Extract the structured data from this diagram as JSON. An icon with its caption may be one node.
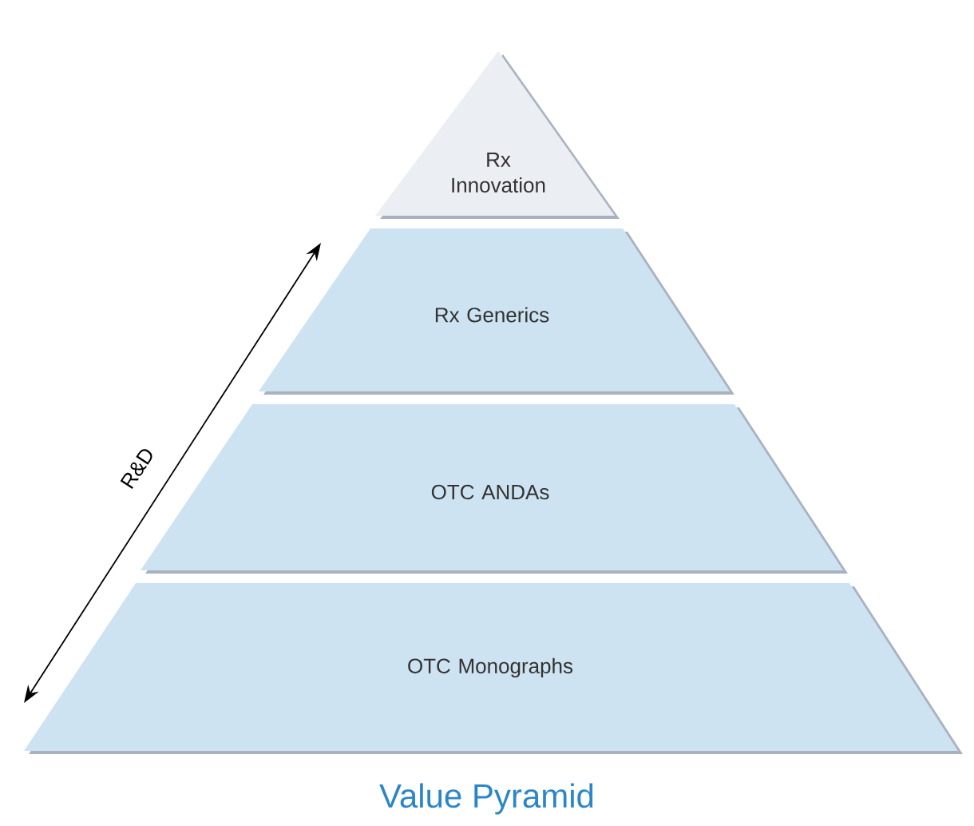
{
  "diagram": {
    "caption": "Value Pyramid",
    "nodes": [
      {
        "text": [
          "Rx Innovation"
        ]
      },
      {
        "text": [
          "Rx Generics"
        ]
      },
      {
        "text": [
          "OTC ANDAs"
        ]
      },
      {
        "text": [
          "OTC Monographs"
        ]
      }
    ],
    "labels": [
      "R&D"
    ]
  }
}
